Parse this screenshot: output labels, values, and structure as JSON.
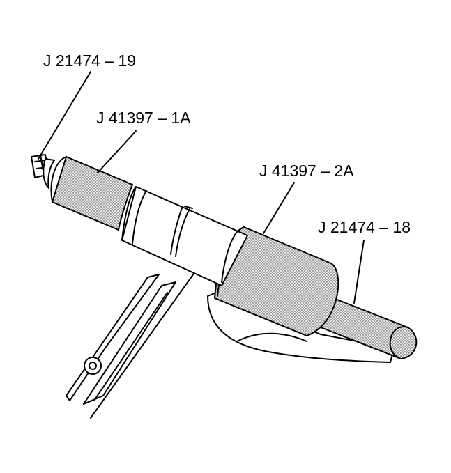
{
  "diagram": {
    "labels": {
      "tool_19": "J 21474 – 19",
      "tool_1a": "J 41397 – 1A",
      "tool_2a": "J 41397 – 2A",
      "tool_18": "J 21474 – 18"
    },
    "colors": {
      "line": "#000000",
      "fill": "#ffffff",
      "stipple_dot": "#3a3a3a",
      "stipple_bg": "#e6e6e6"
    }
  }
}
